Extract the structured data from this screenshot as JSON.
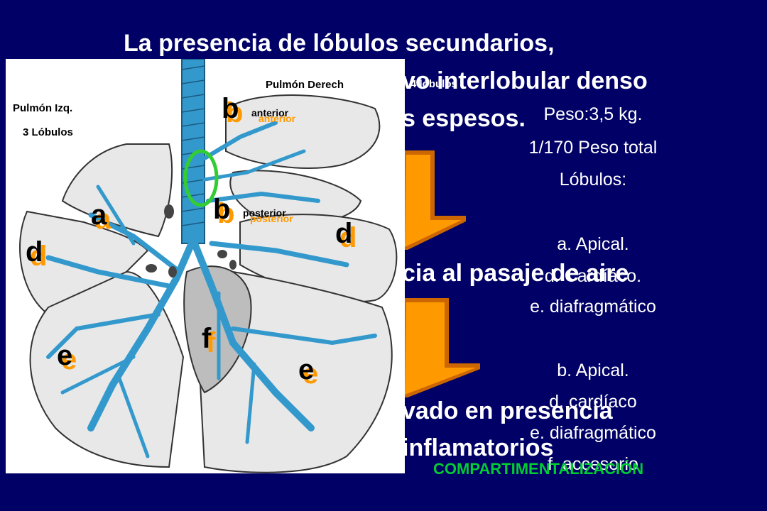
{
  "slide": {
    "bg_color": "#000066",
    "title_line_1": "La presencia de lóbulos secundarios,",
    "title_line_2": "vo interlobular denso",
    "title_line_3": "s espesos.",
    "middle_text": "cia al pasaje de aire",
    "lower_text_1": "vado en presencia",
    "lower_text_2": "inflamatorios",
    "footer": "COMPARTIMENTALIZACIÓN"
  },
  "right_panel": {
    "lines": [
      "Peso:3,5 kg.",
      "1/170 Peso total",
      "Lóbulos:",
      "a. Apical.",
      "d. Cardíaco.",
      "e. diafragmático",
      "b. Apical.",
      "d. cardíaco",
      "e. diafragmático",
      "f. accesorio"
    ]
  },
  "figure": {
    "left_lung_label": "Pulmón Izq.",
    "left_lung_count": "3 Lóbulos",
    "right_lung_label": "Pulmón Derech",
    "right_lung_count": "4 lóbulos",
    "letter_a": "a",
    "letter_b": "b",
    "letter_d": "d",
    "letter_e": "e",
    "letter_f": "f",
    "sub_anterior": "anterior",
    "sub_posterior": "posterior",
    "airway_color": "#3399cc",
    "highlight_ring_color": "#33cc33"
  },
  "accent_color": "#ff9900",
  "footer_color": "#00cc33"
}
